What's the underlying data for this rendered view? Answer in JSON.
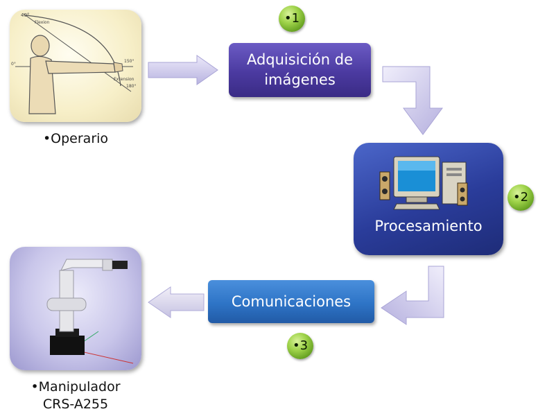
{
  "diagram": {
    "operator_caption": "•Operario",
    "step_acquisition": "Adquisición de imágenes",
    "step_processing": "Procesamiento",
    "step_communications": "Comunicaciones",
    "manipulator_caption_line1": "•Manipulador",
    "manipulator_caption_line2": "CRS-A255",
    "badge_1": "•1",
    "badge_2": "•2",
    "badge_3": "•3",
    "sketch_labels": {
      "top": "40°",
      "flexion": "Flexion",
      "angle_150": "150°",
      "extension": "Extension",
      "angle_180": "180°",
      "left": "0°"
    }
  },
  "colors": {
    "acquisition_box": "#4b3aa0",
    "processing_box": "#2a3c9a",
    "communications_box": "#2e74c6",
    "arrow_fill": "#c9c6e8",
    "badge_green": "#7fbf32"
  }
}
